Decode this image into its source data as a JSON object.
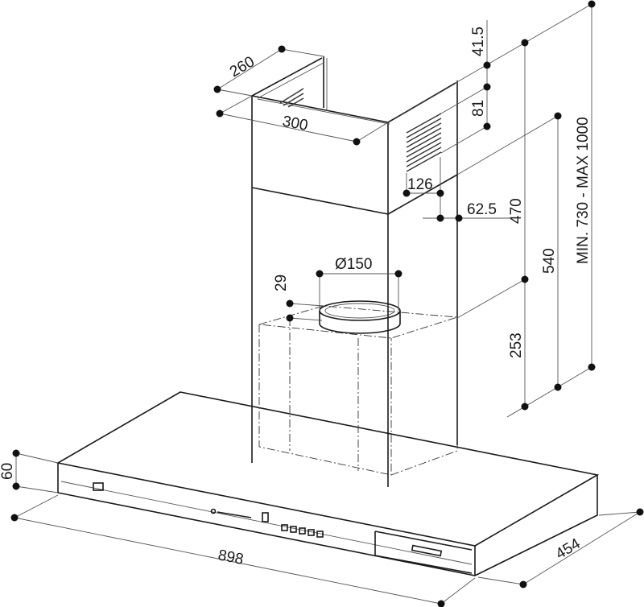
{
  "title": "Chimney hood dimension drawing",
  "dimensions": {
    "chimney_depth": "260",
    "chimney_width": "300",
    "top_offset": "41.5",
    "grille_height": "81",
    "grille_width": "126",
    "grille_offset": "62.5",
    "upper_chimney": "470",
    "lower_chimney_total": "540",
    "motor_height": "253",
    "total_height": "MIN. 730 - MAX 1000",
    "duct_diameter": "Ø150",
    "duct_collar": "29",
    "hood_thickness": "60",
    "hood_width": "898",
    "hood_depth": "454"
  }
}
